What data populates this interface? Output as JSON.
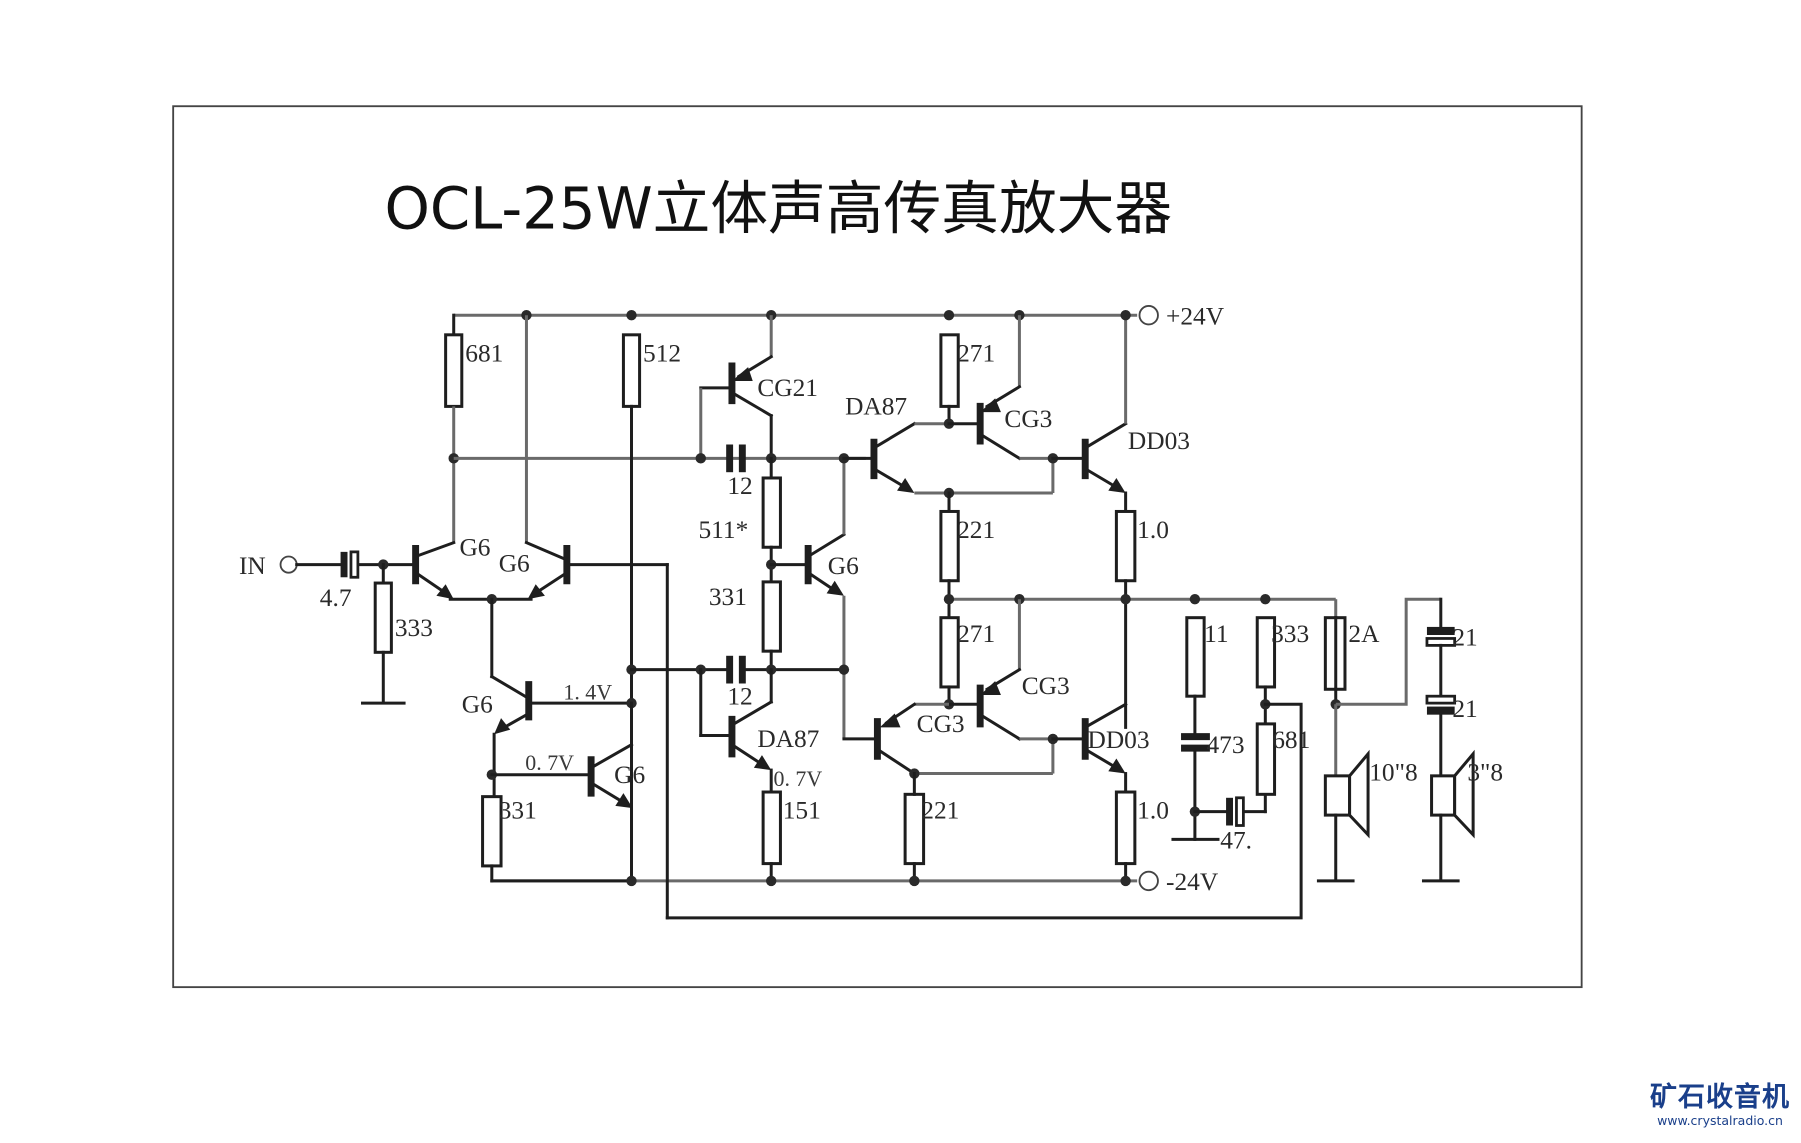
{
  "title": "OCL-25W立体声高传真放大器",
  "power": {
    "positive": "+24V",
    "negative": "-24V"
  },
  "input": {
    "label": "IN",
    "coupling_cap": "4.7",
    "bias_resistor": "333"
  },
  "components": {
    "r_681_top": "681",
    "r_512": "512",
    "q_diff_left": "G6",
    "q_diff_right": "G6",
    "q_cs": "G6",
    "q_ref": "G6",
    "v_1_4": "1. 4V",
    "v_0_7_left": "0. 7V",
    "r_331_left": "331",
    "q_cg21": "CG21",
    "c_12_top": "12",
    "r_511": "511*",
    "q_vbe": "G6",
    "r_331_mid": "331",
    "c_12_bottom": "12",
    "q_da87_bottom": "DA87",
    "v_0_7_mid": "0. 7V",
    "r_151": "151",
    "q_da87_top": "DA87",
    "r_271_top": "271",
    "q_cg3_top": "CG3",
    "r_221_top": "221",
    "r_271_bottom": "271",
    "q_cg3_bottom_right": "CG3",
    "q_cg3_bottom_left": "CG3",
    "r_221_bottom": "221",
    "q_dd03_top": "DD03",
    "q_dd03_bottom": "DD03",
    "r_1_0_top": "1.0",
    "r_1_0_bottom": "1.0",
    "r_11": "11",
    "c_473": "473",
    "r_333_fb": "333",
    "r_681_fb": "681",
    "c_47": "47.",
    "fuse_2a": "2A",
    "c_21_top": "21",
    "c_21_bottom": "21",
    "spk_woofer": "10\"8",
    "spk_tweeter": "3\"8"
  },
  "logo": {
    "name": "矿石收音机",
    "url": "www.crystalradio.cn"
  }
}
